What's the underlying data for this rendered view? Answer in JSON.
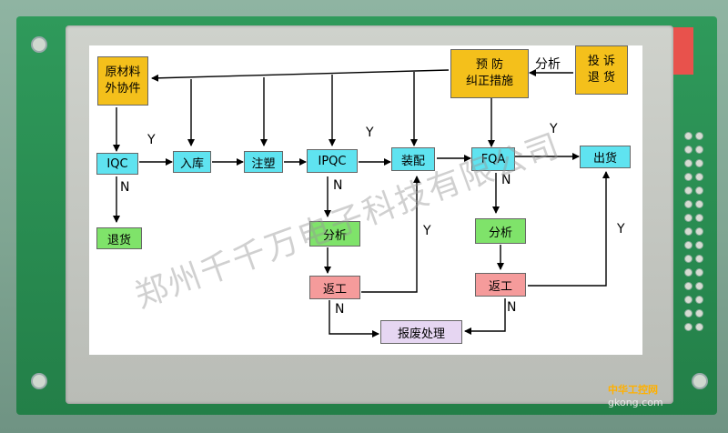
{
  "flow": {
    "raw": [
      "原材料",
      "外协件"
    ],
    "plan": [
      "预 防",
      "纠正措施"
    ],
    "complaint": [
      "投 诉",
      "退 货"
    ],
    "analysis_top": "分析",
    "iqc": "IQC",
    "stock": "入库",
    "mold": "注塑",
    "ipqc": "IPQC",
    "assembly": "装配",
    "fqa": "FQA",
    "ship": "出货",
    "return_goods": "退货",
    "analysis_1": "分析",
    "rework_1": "返工",
    "analysis_2": "分析",
    "rework_2": "返工",
    "scrap": "报废处理",
    "labels": {
      "y": "Y",
      "n": "N"
    }
  },
  "watermark": "郑州千千万电子科技有限公司",
  "logo": {
    "line1": "中华工控网",
    "line2": "gkong.com"
  },
  "colors": {
    "cyan": "#5fe3f0",
    "green": "#7fe36a",
    "pink": "#f59b9b",
    "yellow": "#f4c01b"
  }
}
